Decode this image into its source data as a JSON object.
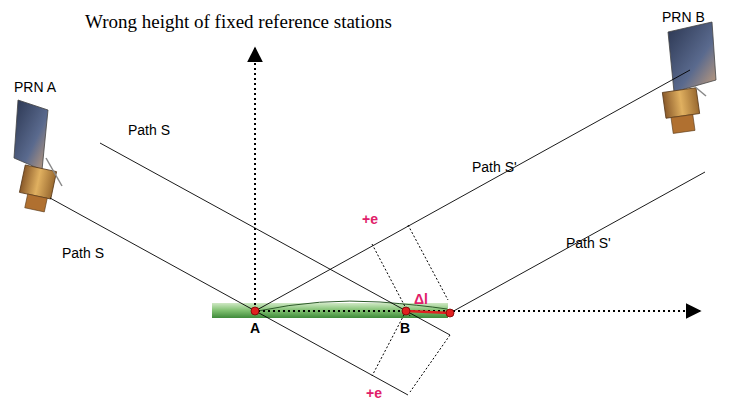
{
  "diagram": {
    "title": "Wrong height of fixed reference stations",
    "labels": [
      "PRN A",
      "PRN B",
      "Path S",
      "Path S",
      "Path S'",
      "Path S'",
      "+e",
      "+e",
      "A",
      "B",
      "Δl"
    ]
  }
}
